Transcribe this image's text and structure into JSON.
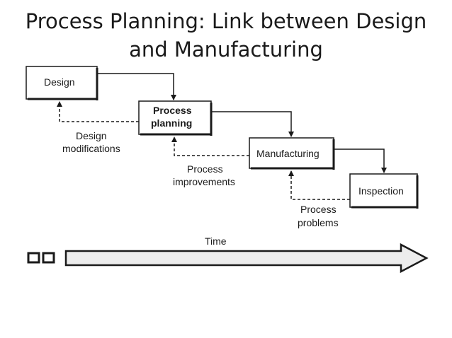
{
  "slide": {
    "title_line1": "Process Planning: Link between Design",
    "title_line2": "and Manufacturing"
  },
  "diagram": {
    "boxes": {
      "design": "Design",
      "process_planning_line1": "Process",
      "process_planning_line2": "planning",
      "manufacturing": "Manufacturing",
      "inspection": "Inspection"
    },
    "feedback": {
      "design_mod_line1": "Design",
      "design_mod_line2": "modifications",
      "process_impr_line1": "Process",
      "process_impr_line2": "improvements",
      "process_prob_line1": "Process",
      "process_prob_line2": "problems"
    },
    "time_label": "Time"
  }
}
